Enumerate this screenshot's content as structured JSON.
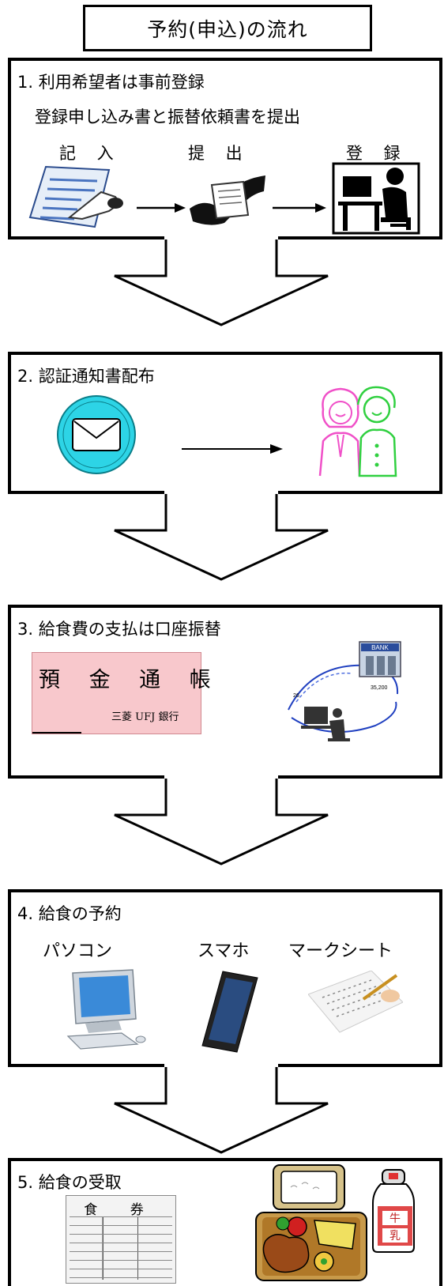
{
  "title": "予約(申込)の流れ",
  "steps": [
    {
      "heading": "1. 利用希望者は事前登録",
      "subheading": "登録申し込み書と振替依頼書を提出",
      "labels": [
        "記 入",
        "提 出",
        "登 録"
      ]
    },
    {
      "heading": "2. 認証通知書配布"
    },
    {
      "heading": "3. 給食費の支払は口座振替",
      "passbook_title": "預 金 通 帳",
      "passbook_bank": "三菱 UFJ 銀行",
      "bank_sign": "BANK"
    },
    {
      "heading": "4. 給食の予約",
      "labels": [
        "パソコン",
        "スマホ",
        "マークシート"
      ]
    },
    {
      "heading": "5. 給食の受取",
      "ticket_title": "食 券",
      "milk_label_1": "牛",
      "milk_label_2": "乳"
    }
  ],
  "colors": {
    "border": "#000000",
    "envelope_circle": "#2dd4e6",
    "couple_pink": "#f050c8",
    "couple_green": "#30d040",
    "passbook_pink": "#f8c8cc"
  }
}
